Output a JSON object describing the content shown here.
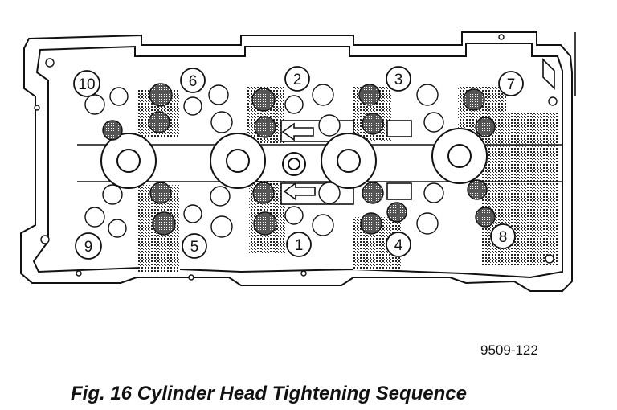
{
  "figure": {
    "code": "9509-122",
    "caption": "Fig. 16 Cylinder Head Tightening Sequence"
  },
  "bolt_sequence": [
    {
      "number": "10"
    },
    {
      "number": "6"
    },
    {
      "number": "2"
    },
    {
      "number": "3"
    },
    {
      "number": "7"
    },
    {
      "number": "9"
    },
    {
      "number": "5"
    },
    {
      "number": "1"
    },
    {
      "number": "4"
    },
    {
      "number": "8"
    }
  ],
  "colors": {
    "ink": "#111111",
    "paper": "#ffffff",
    "shade": "#9a9a9a"
  }
}
